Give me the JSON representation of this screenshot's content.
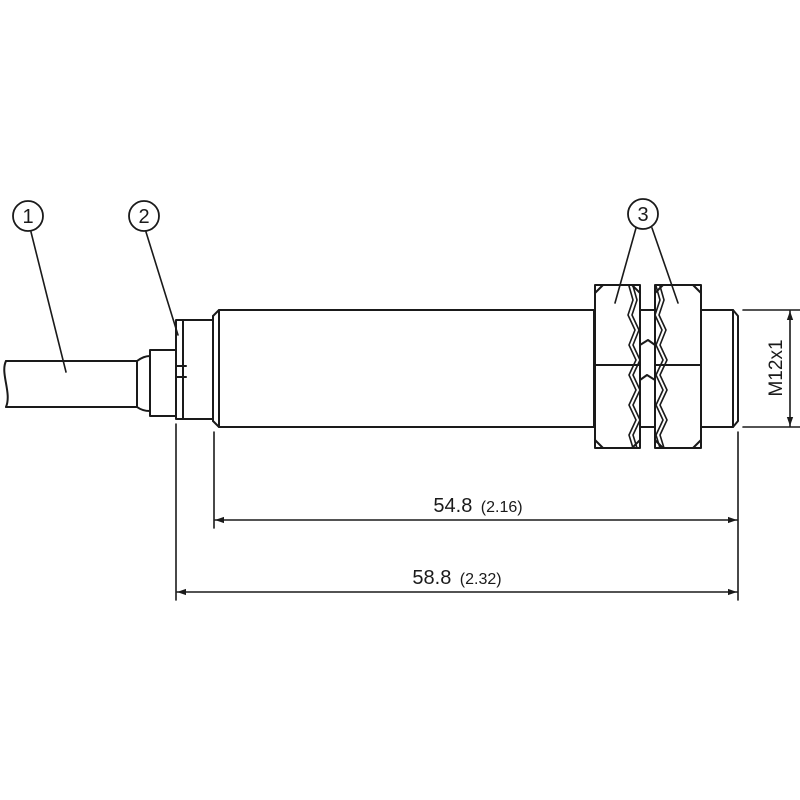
{
  "callouts": [
    {
      "label": "1"
    },
    {
      "label": "2"
    },
    {
      "label": "3"
    }
  ],
  "dimensions": {
    "body_length": {
      "value": "54.8",
      "inch": "(2.16)"
    },
    "overall_length": {
      "value": "58.8",
      "inch": "(2.32)"
    },
    "thread": {
      "value": "M12x1"
    }
  }
}
